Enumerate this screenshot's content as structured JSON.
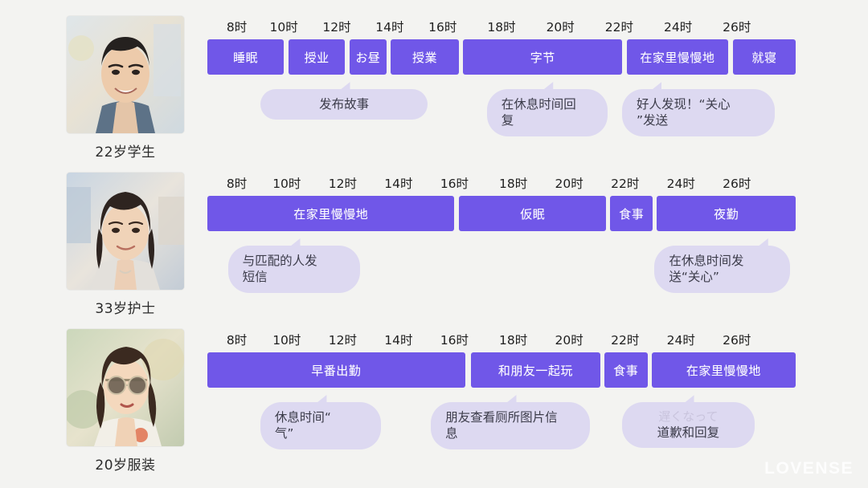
{
  "watermark": "LOVENSE",
  "time_ticks": [
    "8时",
    "10时",
    "12时",
    "14时",
    "16时",
    "18时",
    "20时",
    "22时",
    "24时",
    "26时"
  ],
  "rows": [
    {
      "caption": "22岁学生",
      "photo": "portrait-young-man-smiling",
      "tick_positions": [
        5,
        13,
        22,
        31,
        40,
        50,
        60,
        70,
        80,
        90
      ],
      "bars": [
        {
          "label": "睡眠",
          "left": 0,
          "width": 13.0
        },
        {
          "label": "授业",
          "left": 13.8,
          "width": 9.6
        },
        {
          "label": "お昼",
          "left": 24.2,
          "width": 6.2
        },
        {
          "label": "授業",
          "left": 31.2,
          "width": 11.5
        },
        {
          "label": "字节",
          "left": 43.5,
          "width": 27.0
        },
        {
          "label": "在家里慢慢地",
          "left": 71.3,
          "width": 17.2
        },
        {
          "label": "就寝",
          "left": 89.3,
          "width": 10.7
        }
      ],
      "bubbles": [
        {
          "text": "发布故事",
          "left": 9.0,
          "width": 28.5,
          "align": "center",
          "tail": "tail-mid",
          "lines": 1
        },
        {
          "text": "在休息时间回\n复",
          "left": 47.5,
          "width": 20.5,
          "align": "left",
          "tail": "tail-mid",
          "lines": 2
        },
        {
          "text": "好人发现！“关心\n”发送",
          "left": 70.5,
          "width": 26.0,
          "align": "left",
          "tail": "tail-left",
          "lines": 2
        }
      ]
    },
    {
      "caption": "33岁护士",
      "photo": "portrait-young-woman-smiling",
      "tick_positions": [
        5,
        13.5,
        23,
        32.5,
        42,
        52,
        61.5,
        71,
        80.5,
        90
      ],
      "bars": [
        {
          "label": "在家里慢慢地",
          "left": 0,
          "width": 42.0
        },
        {
          "label": "仮眠",
          "left": 42.8,
          "width": 25.0
        },
        {
          "label": "食事",
          "left": 68.5,
          "width": 7.2
        },
        {
          "label": "夜勤",
          "left": 76.4,
          "width": 23.6
        }
      ],
      "bubbles": [
        {
          "text": "与匹配的人发\n短信",
          "left": 3.5,
          "width": 22.5,
          "align": "left",
          "tail": "tail-mid",
          "lines": 2
        },
        {
          "text": "在休息时间发\n送“关心”",
          "left": 76.0,
          "width": 23.0,
          "align": "left",
          "tail": "tail-right",
          "lines": 2
        }
      ]
    },
    {
      "caption": "20岁服装",
      "photo": "portrait-woman-sunglasses",
      "tick_positions": [
        5,
        13.5,
        23,
        32.5,
        42,
        52,
        61.5,
        71,
        80.5,
        90
      ],
      "bars": [
        {
          "label": "早番出勤",
          "left": 0,
          "width": 43.8
        },
        {
          "label": "和朋友一起玩",
          "left": 44.8,
          "width": 22.0
        },
        {
          "label": "食事",
          "left": 67.5,
          "width": 7.3
        },
        {
          "label": "在家里慢慢地",
          "left": 75.5,
          "width": 24.5
        }
      ],
      "bubbles": [
        {
          "text": "休息时间“\n气”",
          "left": 9.0,
          "width": 20.5,
          "align": "left",
          "tail": "tail-mid",
          "lines": 2
        },
        {
          "text": "朋友查看厕所图片信\n息",
          "left": 38.0,
          "width": 27.0,
          "align": "left",
          "tail": "tail-mid",
          "lines": 2
        },
        {
          "text": "道歉和回复",
          "faint": "遅くなって",
          "left": 70.5,
          "width": 22.5,
          "align": "center",
          "tail": "tail-mid",
          "lines": 2
        }
      ]
    }
  ]
}
